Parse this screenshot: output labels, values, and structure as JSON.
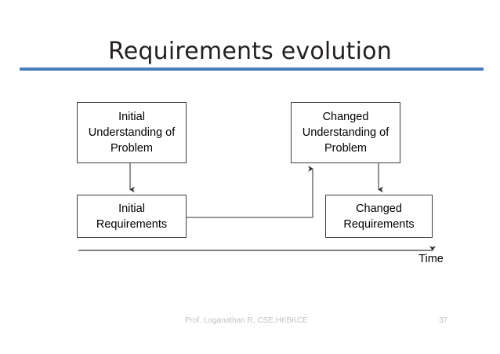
{
  "slide": {
    "title": "Requirements evolution",
    "rule_color": "#4a7ebb",
    "background": "#ffffff"
  },
  "diagram": {
    "line_color": "#3f3f3f",
    "axis_color": "#595959",
    "boxes": [
      {
        "id": "initial-understanding",
        "label": "Initial\nUnderstanding of\nProblem"
      },
      {
        "id": "changed-understanding",
        "label": "Changed\nUnderstanding of\nProblem"
      },
      {
        "id": "initial-requirements",
        "label": "Initial\nRequirements"
      },
      {
        "id": "changed-requirements",
        "label": "Changed\nRequirements"
      }
    ],
    "axis_label": "Time"
  },
  "footer": {
    "credit": "Prof. Loganathan R, CSE,HKBKCE",
    "page_number": "37"
  }
}
